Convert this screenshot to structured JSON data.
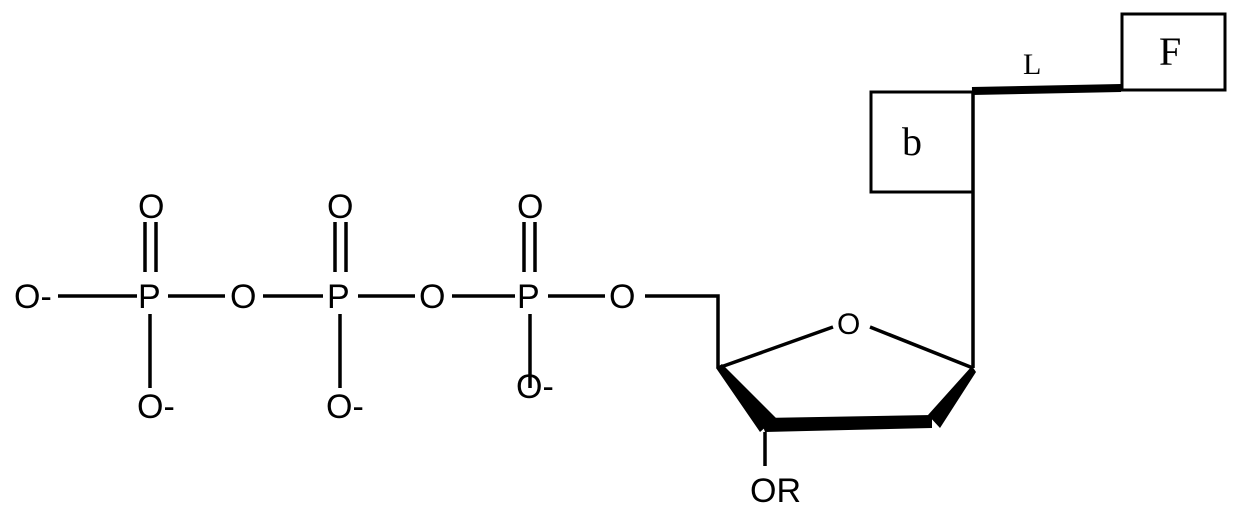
{
  "diagram": {
    "type": "chemical-structure",
    "description": "Nucleoside triphosphate with base b linked via linker L to fluorophore F",
    "colors": {
      "ink": "#000000",
      "background": "#ffffff"
    },
    "phosphates": [
      {
        "p_label": "P",
        "top_o": "O",
        "bottom_o": "O-"
      },
      {
        "p_label": "P",
        "top_o": "O",
        "bottom_o": "O-"
      },
      {
        "p_label": "P",
        "top_o": "O",
        "bottom_o": "O-"
      }
    ],
    "terminal_o": "O-",
    "bridge_o": [
      "O",
      "O",
      "O"
    ],
    "ring_o": "O",
    "sugar_substituent": "OR",
    "base_label": "b",
    "linker_label": "L",
    "fluor_label": "F"
  }
}
